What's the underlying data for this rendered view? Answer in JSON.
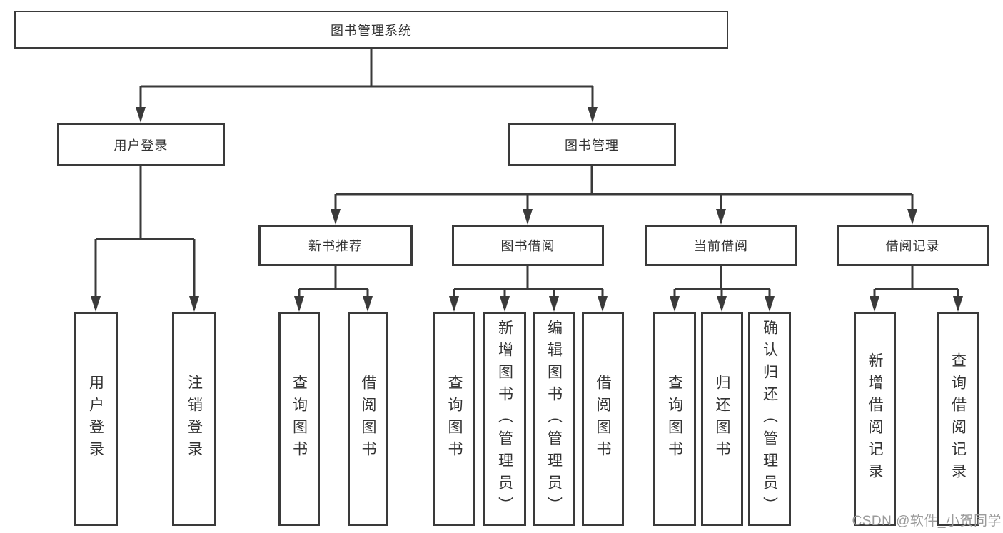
{
  "colors": {
    "line": "#3a3a3a",
    "box_border": "#3a3a3a",
    "box_background": "#ffffff",
    "text": "#333333",
    "watermark": "#9b9b9b"
  },
  "tree": {
    "root": "图书管理系统",
    "branches": [
      {
        "label": "用户登录",
        "leaves": [
          "用户登录",
          "注销登录"
        ]
      },
      {
        "label": "图书管理",
        "sections": [
          {
            "label": "新书推荐",
            "leaves": [
              "查询图书",
              "借阅图书"
            ]
          },
          {
            "label": "图书借阅",
            "leaves": [
              "查询图书",
              "新增图书（管理员）",
              "编辑图书（管理员）",
              "借阅图书"
            ]
          },
          {
            "label": "当前借阅",
            "leaves": [
              "查询图书",
              "归还图书",
              "确认归还（管理员）"
            ]
          },
          {
            "label": "借阅记录",
            "leaves": [
              "新增借阅记录",
              "查询借阅记录"
            ]
          }
        ]
      }
    ]
  },
  "watermark": "CSDN @软件_小贺同学"
}
